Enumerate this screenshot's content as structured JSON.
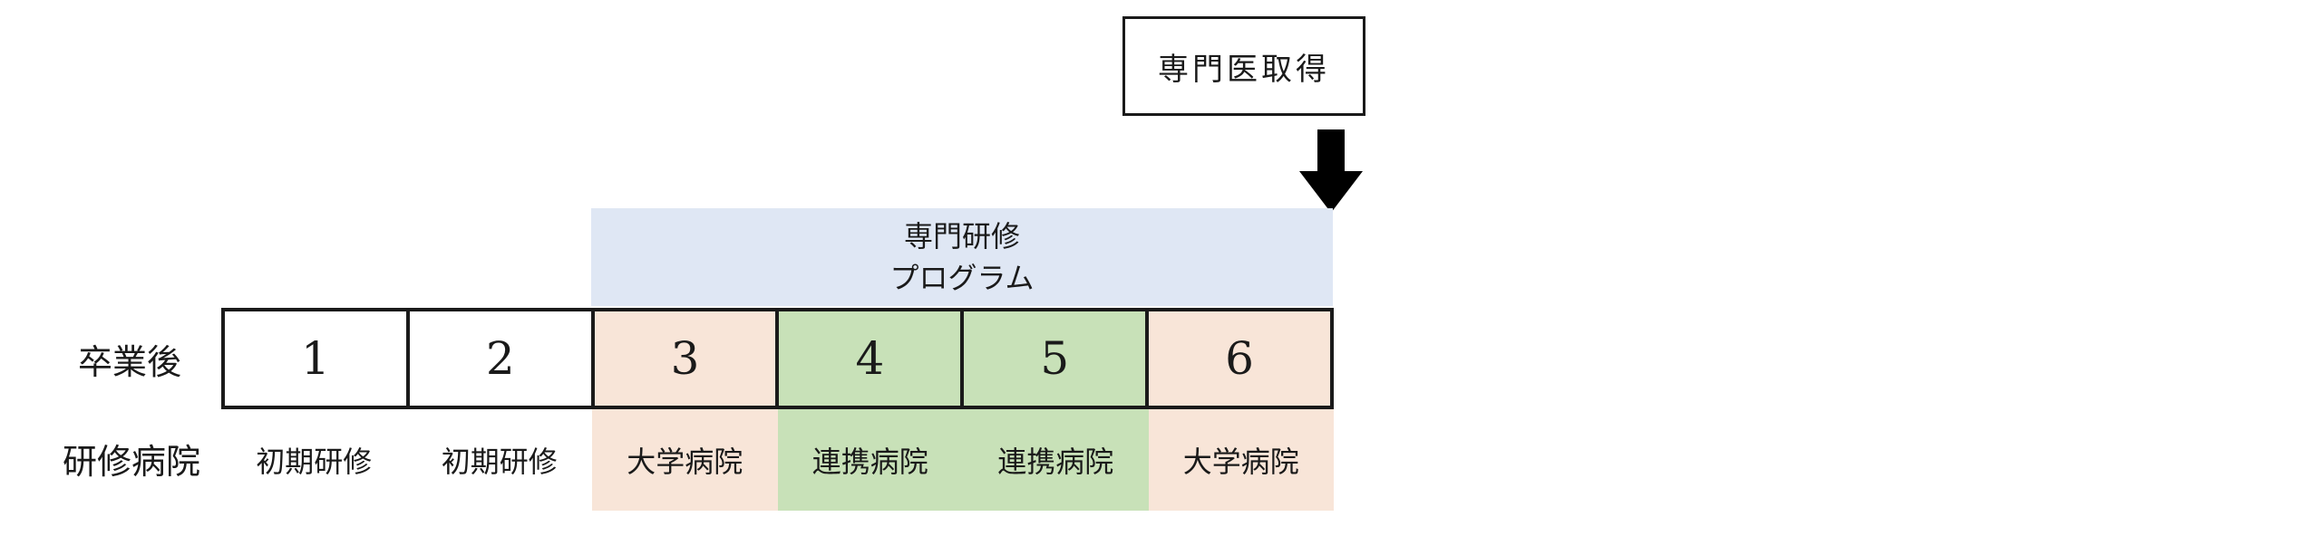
{
  "goal": {
    "label": "専門医取得"
  },
  "program": {
    "line1": "専門研修",
    "line2": "プログラム",
    "color": "#dfe7f4"
  },
  "row_labels": {
    "year": "卒業後",
    "hospital": "研修病院"
  },
  "colors": {
    "white": "#ffffff",
    "university": "#f8e5d8",
    "affiliated": "#c8e1b8",
    "border": "#1a1a1a"
  },
  "years": [
    {
      "label": "1",
      "kind": "white"
    },
    {
      "label": "2",
      "kind": "white"
    },
    {
      "label": "3",
      "kind": "university"
    },
    {
      "label": "4",
      "kind": "affiliated"
    },
    {
      "label": "5",
      "kind": "affiliated"
    },
    {
      "label": "6",
      "kind": "university"
    }
  ],
  "hospitals": [
    {
      "label": "初期研修",
      "kind": "white"
    },
    {
      "label": "初期研修",
      "kind": "white"
    },
    {
      "label": "大学病院",
      "kind": "university"
    },
    {
      "label": "連携病院",
      "kind": "affiliated"
    },
    {
      "label": "連携病院",
      "kind": "affiliated"
    },
    {
      "label": "大学病院",
      "kind": "university"
    }
  ]
}
